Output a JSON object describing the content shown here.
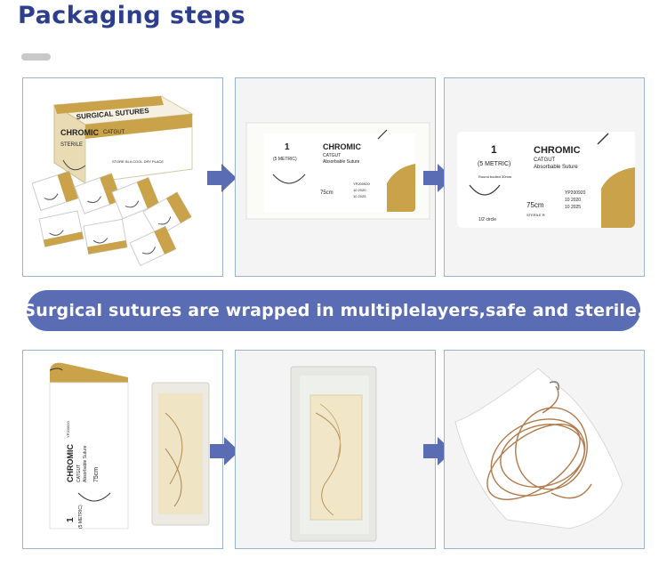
{
  "header": {
    "title": "Packaging steps"
  },
  "banner": {
    "text": "Surgical sutures are wrapped in multiplelayers,safe and sterile."
  },
  "product": {
    "box_brand": "SURGICAL SUTURES",
    "name": "CHROMIC",
    "type": "CATGUT",
    "desc": "Absorbable Suture",
    "size": "1",
    "metric": "(5 METRIC)",
    "length": "75cm",
    "needle": "Round bodied 30mm",
    "circle": "1/2 circle",
    "lot": "YP200920",
    "mfg": "10 2020",
    "exp": "10 2025",
    "sterile": "STERILE R",
    "box_sterile": "STERILE",
    "box_storage": "STORE IN A COOL DRY PLACE"
  },
  "colors": {
    "title": "#2d3e8c",
    "banner": "#5a6db4",
    "arrow": "#5a6db4",
    "panel_border": "#9ab3d3",
    "gold": "#c9a24a"
  }
}
